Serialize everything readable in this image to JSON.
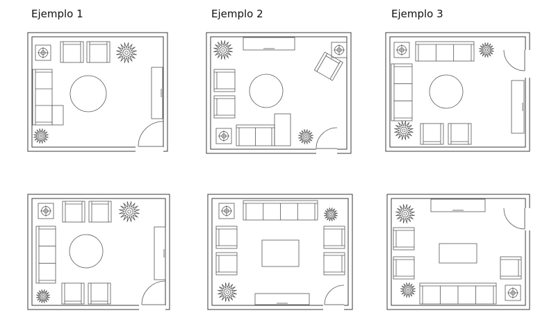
{
  "columns": [
    {
      "label": "Ejemplo 1"
    },
    {
      "label": "Ejemplo 2"
    },
    {
      "label": "Ejemplo 3"
    }
  ],
  "colors": {
    "background": "#ffffff",
    "wall": "#3a3a3a",
    "line": "#555555",
    "text": "#111111"
  },
  "plans": [
    {
      "name": "ejemplo-1-a",
      "items": [
        "wall-frame",
        "table-lamp",
        "armchair",
        "armchair",
        "plant",
        "sofa",
        "round-table",
        "tv-unit",
        "plant",
        "door"
      ]
    },
    {
      "name": "ejemplo-2-a",
      "items": [
        "wall-frame",
        "plant",
        "console",
        "rotated-armchair",
        "table-lamp",
        "armchair",
        "armchair",
        "round-table",
        "sofa",
        "table-lamp",
        "plant"
      ]
    },
    {
      "name": "ejemplo-3-a",
      "items": [
        "wall-frame",
        "table-lamp",
        "sofa",
        "plant",
        "sofa",
        "round-table",
        "tv-unit",
        "plant",
        "armchair",
        "armchair",
        "door"
      ]
    },
    {
      "name": "ejemplo-1-b",
      "items": [
        "wall-frame",
        "table-lamp",
        "armchair",
        "armchair",
        "plant",
        "sofa",
        "round-table",
        "tv-unit",
        "plant",
        "armchair",
        "armchair",
        "door"
      ]
    },
    {
      "name": "ejemplo-2-b",
      "items": [
        "wall-frame",
        "table-lamp",
        "sofa",
        "plant",
        "armchair",
        "armchair",
        "armchair",
        "armchair",
        "rect-table",
        "plant",
        "console",
        "door"
      ]
    },
    {
      "name": "ejemplo-3-b",
      "items": [
        "wall-frame",
        "plant",
        "console",
        "armchair",
        "armchair",
        "rect-table",
        "armchair",
        "sofa",
        "plant",
        "table-lamp",
        "door"
      ]
    }
  ]
}
